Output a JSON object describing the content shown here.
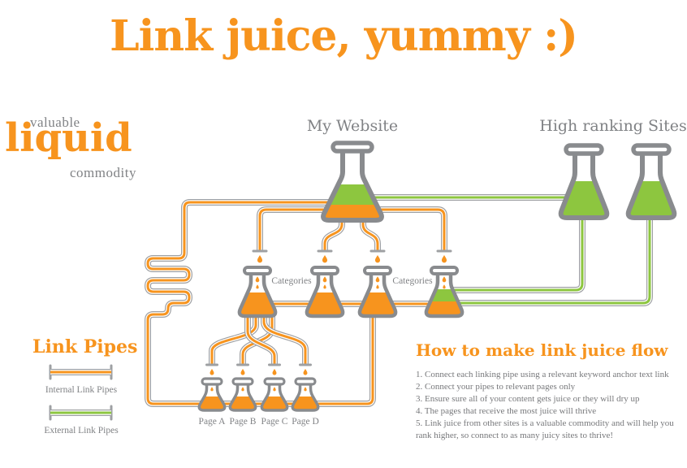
{
  "title": "Link juice, yummy :)",
  "tagline": {
    "top": "valuable",
    "middle": "liquid",
    "bottom": "commodity"
  },
  "labels": {
    "my_website": "My Website",
    "high_ranking": "High ranking Sites",
    "categories_left": "Categories",
    "categories_right": "Categories",
    "pages": [
      "Page A",
      "Page B",
      "Page C",
      "Page D"
    ]
  },
  "legend": {
    "title": "Link Pipes",
    "items": [
      {
        "label": "Internal Link Pipes",
        "color": "#F7941E"
      },
      {
        "label": "External Link Pipes",
        "color": "#8DC63F"
      }
    ]
  },
  "howto": {
    "title": "How to make link juice flow",
    "steps": [
      "1. Connect each linking pipe using a relevant keyword anchor text link",
      "2. Connect your  pipes to relevant pages only",
      "3. Ensure sure all of your content gets juice or they will dry up",
      "4. The pages that receive the most juice will thrive",
      "5. Link juice from other sites is a valuable commodity and will help you rank higher, so connect to as many juicy sites to thrive!"
    ]
  },
  "colors": {
    "orange": "#F7941E",
    "green": "#8DC63F",
    "flask_outline": "#898B8E",
    "pipe_outline": "#9EA0A3",
    "text_gray": "#808285"
  }
}
